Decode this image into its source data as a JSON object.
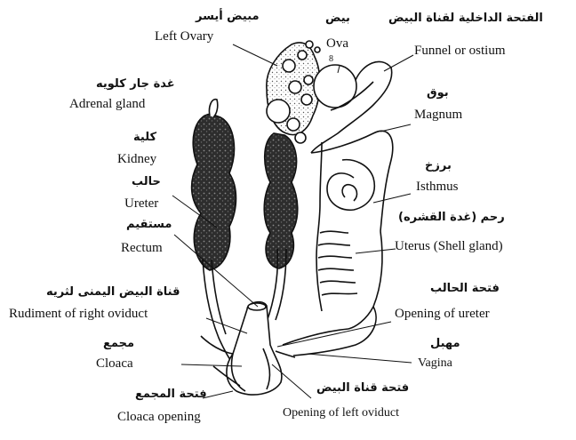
{
  "colors": {
    "ink": "#111111",
    "tissue": "#3a3a3a",
    "paper": "#ffffff"
  },
  "labels": {
    "left_ovary": {
      "ar": "مبيض أيسر",
      "en": "Left Ovary"
    },
    "ova": {
      "ar": "بيض",
      "en": "Ova"
    },
    "funnel": {
      "ar": "الفتحة الداخلية لقناة البيض",
      "en": "Funnel or ostium"
    },
    "adrenal": {
      "ar": "غدة جار كلويه",
      "en": "Adrenal gland"
    },
    "magnum": {
      "ar": "بوق",
      "en": "Magnum"
    },
    "kidney": {
      "ar": "كلية",
      "en": "Kidney"
    },
    "isthmus": {
      "ar": "برزخ",
      "en": "Isthmus"
    },
    "ureter": {
      "ar": "حالب",
      "en": "Ureter"
    },
    "uterus": {
      "ar": "رحم (غدة القشره)",
      "en": "Uterus (Shell gland)"
    },
    "rectum": {
      "ar": "مستقيم",
      "en": "Rectum"
    },
    "rudiment": {
      "ar": "قناة البيض اليمنى لثريه",
      "en": "Rudiment of right oviduct"
    },
    "opening_ureter": {
      "ar": "فتحة الحالب",
      "en": "Opening of ureter"
    },
    "cloaca": {
      "ar": "مجمع",
      "en": "Cloaca"
    },
    "vagina": {
      "ar": "مهبل",
      "en": "Vagina"
    },
    "cloaca_opening": {
      "ar": "فتحة المجمع",
      "en": "Cloaca opening"
    },
    "opening_oviduct": {
      "ar": "فتحة قناة البيض",
      "en": "Opening of left oviduct"
    },
    "digit": "8"
  }
}
